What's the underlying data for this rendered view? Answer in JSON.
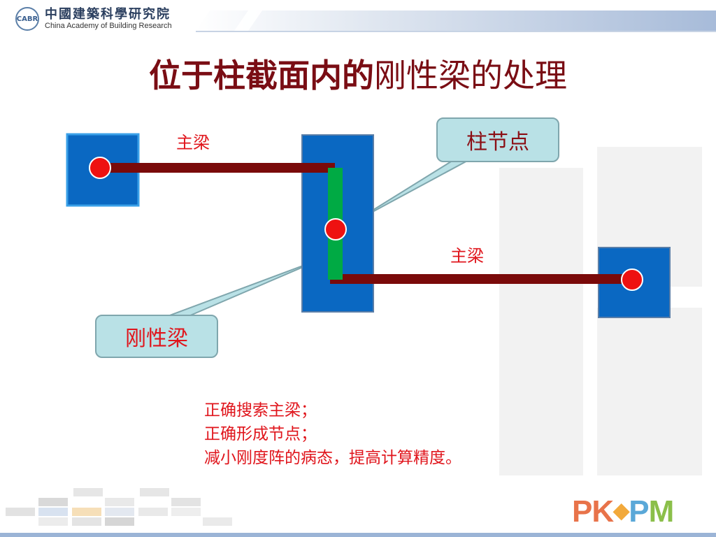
{
  "header": {
    "logo_cn": "中國建築科學研究院",
    "logo_en": "China Academy of Building Research",
    "logo_mark": "CABR"
  },
  "title": {
    "bold_part": "位于柱截面内的",
    "normal_part": "刚性梁的处理"
  },
  "diagram": {
    "beam_label_1": "主梁",
    "beam_label_2": "主梁",
    "callout_node": "柱节点",
    "callout_rigid": "刚性梁"
  },
  "notes": [
    "正确搜索主梁；",
    "正确形成节点；",
    "减小刚度阵的病态，提高计算精度。"
  ],
  "footer": {
    "brand_letters": [
      "P",
      "K",
      "◆",
      "P",
      "M"
    ]
  },
  "colors": {
    "title": "#7a0d14",
    "column_fill": "#0a68c2",
    "beam": "#7a0a0a",
    "rigid_beam": "#00aa44",
    "node": "#ee1111",
    "callout_fill": "#b9e1e6",
    "label_red": "#e0151c"
  }
}
